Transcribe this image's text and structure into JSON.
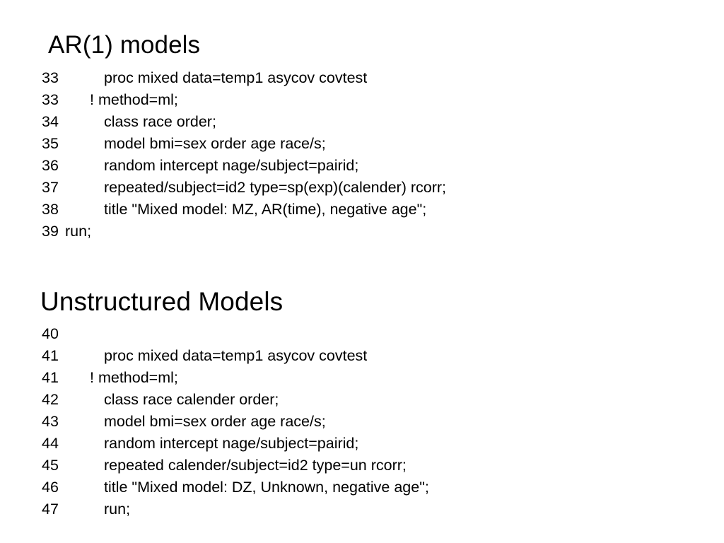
{
  "slide": {
    "background_color": "#ffffff",
    "text_color": "#000000"
  },
  "sections": [
    {
      "heading": "AR(1) models",
      "lines": [
        {
          "number": "33",
          "code": "proc mixed data=temp1 asycov covtest",
          "indent": "normal"
        },
        {
          "number": "33",
          "code": "! method=ml;",
          "indent": "bang"
        },
        {
          "number": "34",
          "code": "class race order;",
          "indent": "normal"
        },
        {
          "number": "35",
          "code": "model bmi=sex order age race/s;",
          "indent": "normal"
        },
        {
          "number": "36",
          "code": "random intercept nage/subject=pairid;",
          "indent": "normal"
        },
        {
          "number": "37",
          "code": "repeated/subject=id2 type=sp(exp)(calender) rcorr;",
          "indent": "normal"
        },
        {
          "number": "38",
          "code": "title \"Mixed model: MZ, AR(time), negative age\";",
          "indent": "normal"
        },
        {
          "number": "39",
          "code": "run;",
          "indent": "outdent"
        }
      ]
    },
    {
      "heading": "Unstructured Models",
      "lines": [
        {
          "number": "40",
          "code": "",
          "indent": "normal"
        },
        {
          "number": "41",
          "code": "proc mixed data=temp1 asycov covtest",
          "indent": "normal"
        },
        {
          "number": "41",
          "code": "! method=ml;",
          "indent": "bang"
        },
        {
          "number": "42",
          "code": "class race calender order;",
          "indent": "normal"
        },
        {
          "number": "43",
          "code": "model bmi=sex order age race/s;",
          "indent": "normal"
        },
        {
          "number": "44",
          "code": "random intercept nage/subject=pairid;",
          "indent": "normal"
        },
        {
          "number": "45",
          "code": "repeated calender/subject=id2 type=un rcorr;",
          "indent": "normal"
        },
        {
          "number": "46",
          "code": "title \"Mixed model: DZ, Unknown, negative age\";",
          "indent": "normal"
        },
        {
          "number": "47",
          "code": "run;",
          "indent": "normal"
        }
      ]
    }
  ]
}
